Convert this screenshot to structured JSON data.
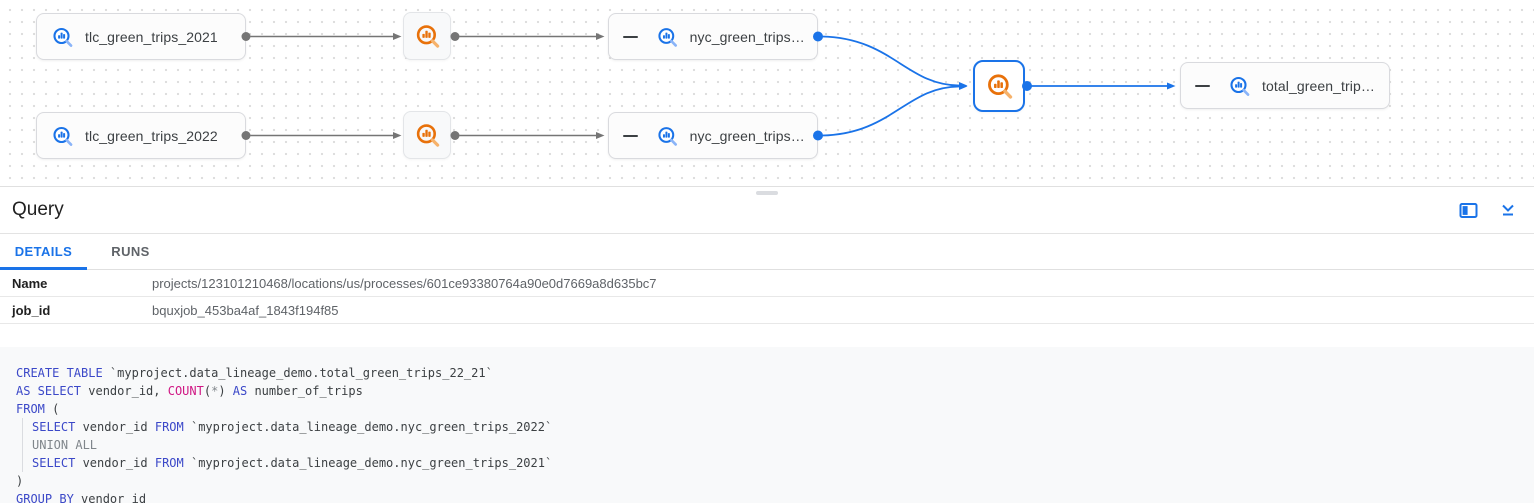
{
  "graph": {
    "nodes": [
      {
        "label": "tlc_green_trips_2021",
        "type": "table"
      },
      {
        "label": "nyc_green_trips…",
        "type": "table",
        "has_collapse": true
      },
      {
        "label": "tlc_green_trips_2022",
        "type": "table"
      },
      {
        "label": "nyc_green_trips…",
        "type": "table",
        "has_collapse": true
      },
      {
        "label": "total_green_trip…",
        "type": "table",
        "has_collapse": true
      }
    ],
    "process_nodes": [
      {
        "id": "process-top",
        "selected": false
      },
      {
        "id": "process-bottom",
        "selected": false
      },
      {
        "id": "process-merge",
        "selected": true
      }
    ],
    "colors": {
      "table_icon": "#1a73e8",
      "table_icon_handle": "#8ab4f8",
      "process_icon": "#e8710a",
      "process_icon_handle": "#f6b26b",
      "edge": "#757575",
      "edge_selected": "#1a73e8"
    }
  },
  "panel": {
    "title": "Query",
    "accent": "#1a73e8",
    "tabs": [
      {
        "label": "DETAILS",
        "active": true
      },
      {
        "label": "RUNS",
        "active": false
      }
    ],
    "details": [
      {
        "label": "Name",
        "value": "projects/123101210468/locations/us/processes/601ce93380764a90e0d7669a8d635bc7"
      },
      {
        "label": "job_id",
        "value": "bquxjob_453ba4af_1843f194f85"
      }
    ],
    "header_icons": [
      "side-panel-icon",
      "collapse-panel-icon"
    ]
  },
  "sql": {
    "colors": {
      "keyword": "#3b48c8",
      "function": "#d01884",
      "muted": "#80868b",
      "plain": "#3c4043",
      "background": "#f8f9fa"
    },
    "lines": [
      {
        "indent": false,
        "tokens": [
          {
            "c": "kw",
            "t": "CREATE TABLE"
          },
          {
            "c": "pl",
            "t": " `myproject.data_lineage_demo.total_green_trips_22_21`"
          }
        ]
      },
      {
        "indent": false,
        "tokens": [
          {
            "c": "kw",
            "t": "AS SELECT"
          },
          {
            "c": "pl",
            "t": " vendor_id, "
          },
          {
            "c": "fn",
            "t": "COUNT"
          },
          {
            "c": "pl",
            "t": "("
          },
          {
            "c": "mu",
            "t": "*"
          },
          {
            "c": "pl",
            "t": ") "
          },
          {
            "c": "kw",
            "t": "AS"
          },
          {
            "c": "pl",
            "t": " number_of_trips"
          }
        ]
      },
      {
        "indent": false,
        "tokens": [
          {
            "c": "kw",
            "t": "FROM"
          },
          {
            "c": "pl",
            "t": " ("
          }
        ]
      },
      {
        "indent": true,
        "tokens": [
          {
            "c": "kw",
            "t": "SELECT"
          },
          {
            "c": "pl",
            "t": " vendor_id "
          },
          {
            "c": "kw",
            "t": "FROM"
          },
          {
            "c": "pl",
            "t": " `myproject.data_lineage_demo.nyc_green_trips_2022`"
          }
        ]
      },
      {
        "indent": true,
        "tokens": [
          {
            "c": "mu",
            "t": "UNION ALL"
          }
        ]
      },
      {
        "indent": true,
        "tokens": [
          {
            "c": "kw",
            "t": "SELECT"
          },
          {
            "c": "pl",
            "t": " vendor_id "
          },
          {
            "c": "kw",
            "t": "FROM"
          },
          {
            "c": "pl",
            "t": " `myproject.data_lineage_demo.nyc_green_trips_2021`"
          }
        ]
      },
      {
        "indent": false,
        "tokens": [
          {
            "c": "pl",
            "t": ")"
          }
        ]
      },
      {
        "indent": false,
        "tokens": [
          {
            "c": "kw",
            "t": "GROUP BY"
          },
          {
            "c": "pl",
            "t": " vendor_id"
          }
        ]
      }
    ]
  }
}
